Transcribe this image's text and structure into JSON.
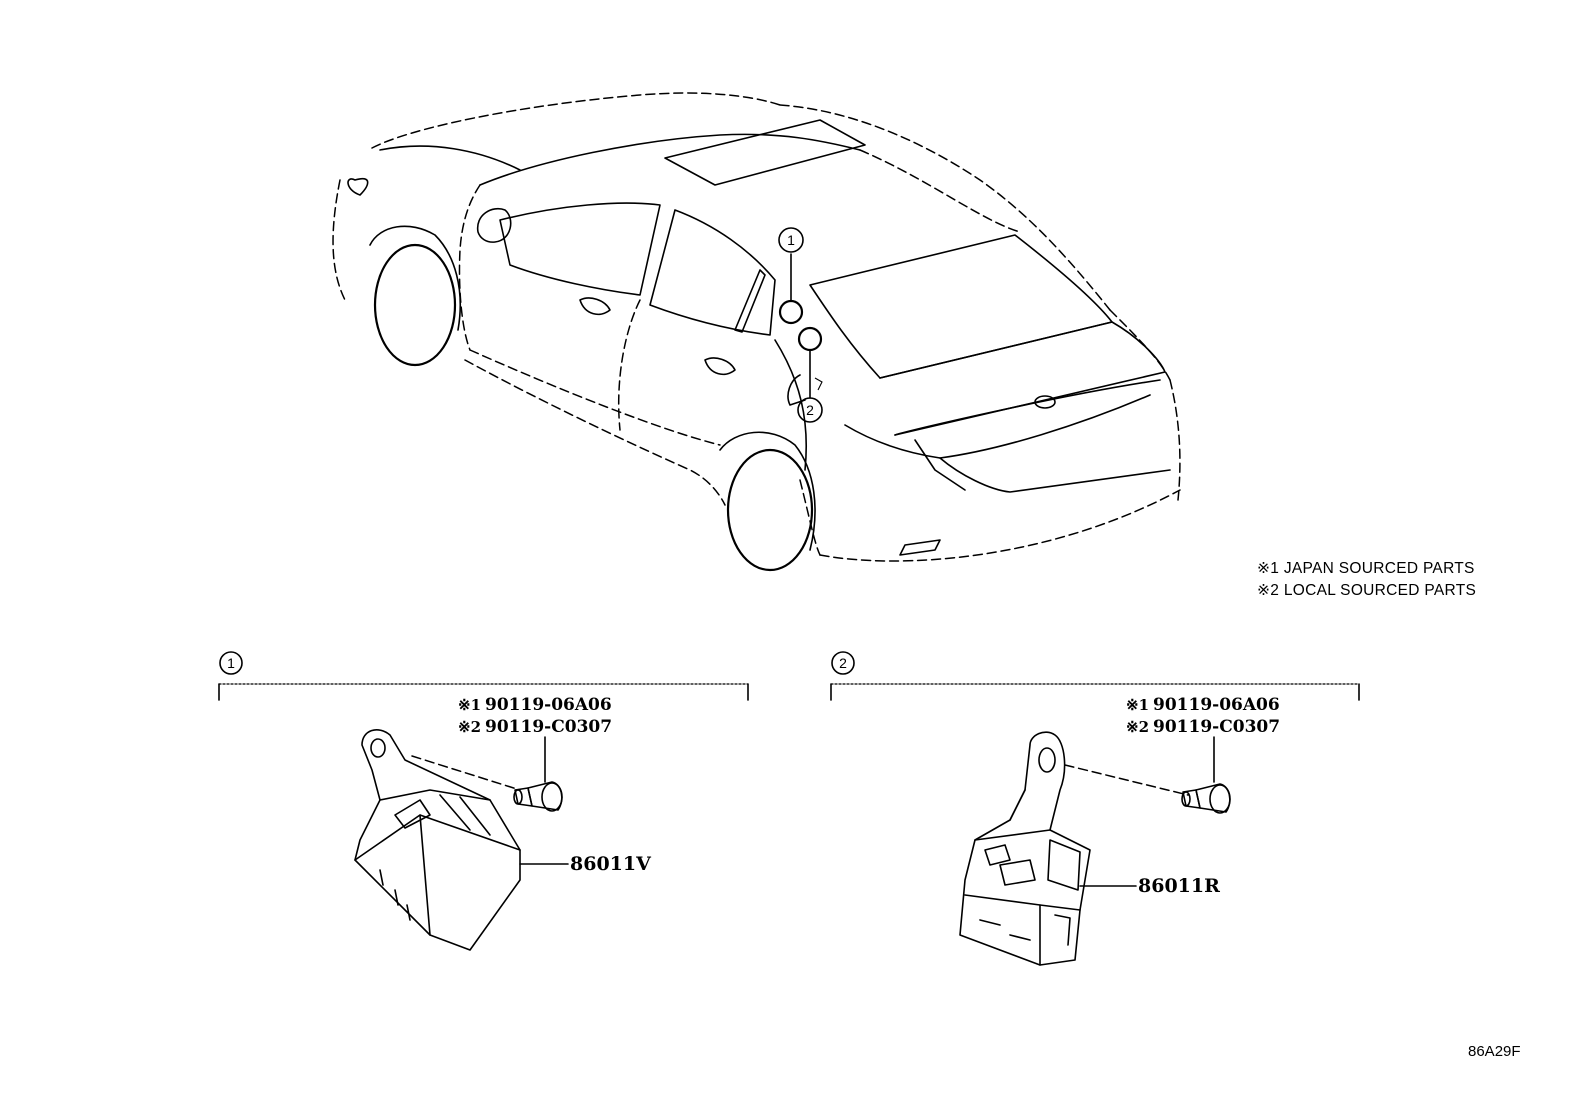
{
  "notes": {
    "note1": "※1 JAPAN SOURCED PARTS",
    "note2": "※2 LOCAL SOURCED PARTS"
  },
  "callouts": {
    "c1": "1",
    "c2": "2"
  },
  "groups": [
    {
      "number": "1",
      "bolt_line1_mark": "※1",
      "bolt_line1_part": "90119-06A06",
      "bolt_line2_mark": "※2",
      "bolt_line2_part": "90119-C0307",
      "module_part": "86011V"
    },
    {
      "number": "2",
      "bolt_line1_mark": "※1",
      "bolt_line1_part": "90119-06A06",
      "bolt_line2_mark": "※2",
      "bolt_line2_part": "90119-C0307",
      "module_part": "86011R"
    }
  ],
  "diagram_code": "86A29F"
}
